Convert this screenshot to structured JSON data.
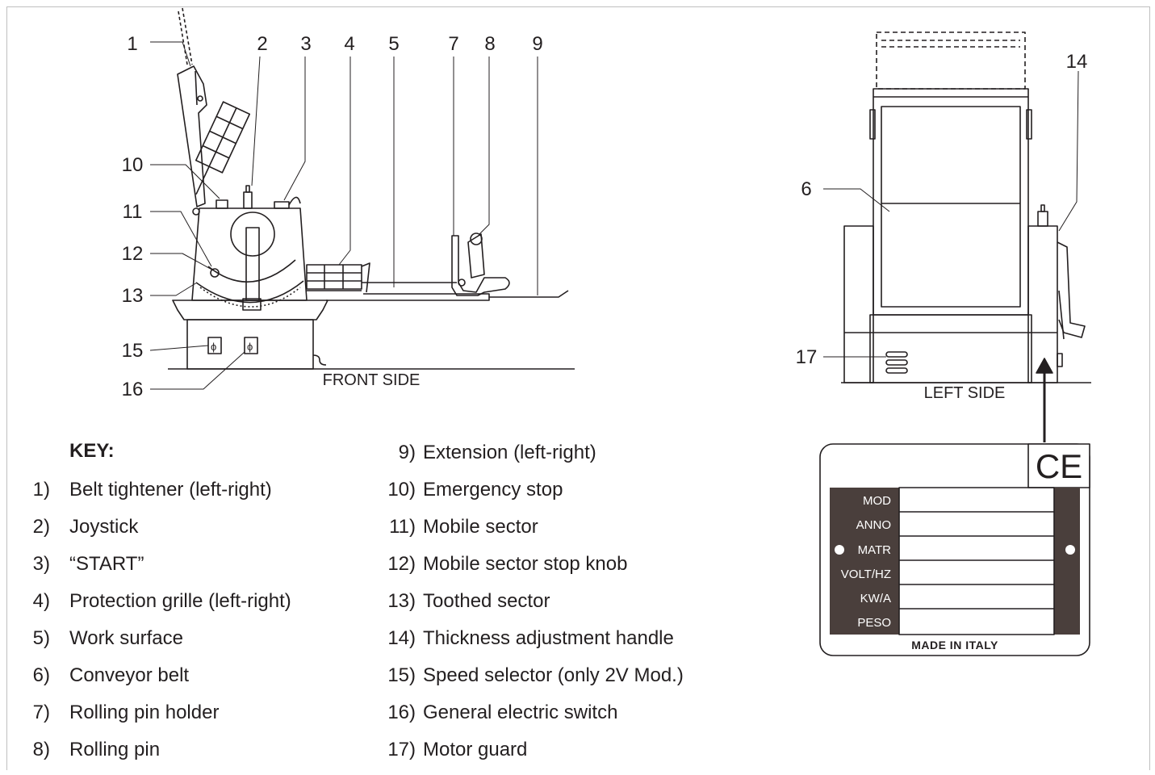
{
  "callouts": {
    "front": [
      "1",
      "2",
      "3",
      "4",
      "5",
      "7",
      "8",
      "9",
      "10",
      "11",
      "12",
      "13",
      "15",
      "16"
    ],
    "left": [
      "6",
      "14",
      "17"
    ]
  },
  "captions": {
    "front": "FRONT SIDE",
    "left": "LEFT SIDE"
  },
  "key": {
    "title": "KEY:",
    "items": [
      {
        "n": "1)",
        "label": "Belt tightener (left-right)"
      },
      {
        "n": "2)",
        "label": "Joystick"
      },
      {
        "n": "3)",
        "label": "“START”"
      },
      {
        "n": "4)",
        "label": "Protection grille (left-right)"
      },
      {
        "n": "5)",
        "label": "Work surface"
      },
      {
        "n": "6)",
        "label": "Conveyor belt"
      },
      {
        "n": "7)",
        "label": "Rolling pin holder"
      },
      {
        "n": "8)",
        "label": "Rolling pin"
      },
      {
        "n": "9)",
        "label": "Extension (left-right)"
      },
      {
        "n": "10)",
        "label": "Emergency stop"
      },
      {
        "n": "11)",
        "label": "Mobile sector"
      },
      {
        "n": "12)",
        "label": "Mobile sector stop knob"
      },
      {
        "n": "13)",
        "label": "Toothed sector"
      },
      {
        "n": "14)",
        "label": "Thickness adjustment handle"
      },
      {
        "n": "15)",
        "label": "Speed selector (only 2V Mod.)"
      },
      {
        "n": "16)",
        "label": "General electric switch"
      },
      {
        "n": "17)",
        "label": "Motor guard"
      }
    ]
  },
  "plate": {
    "mark": "CE",
    "fields": [
      "MOD",
      "ANNO",
      "MATR",
      "VOLT/HZ",
      "KW/A",
      "PESO"
    ],
    "footer": "MADE IN ITALY"
  },
  "colors": {
    "ink": "#231f20",
    "plate_dark": "#4a3f3c",
    "frame": "#bfbfbf"
  }
}
